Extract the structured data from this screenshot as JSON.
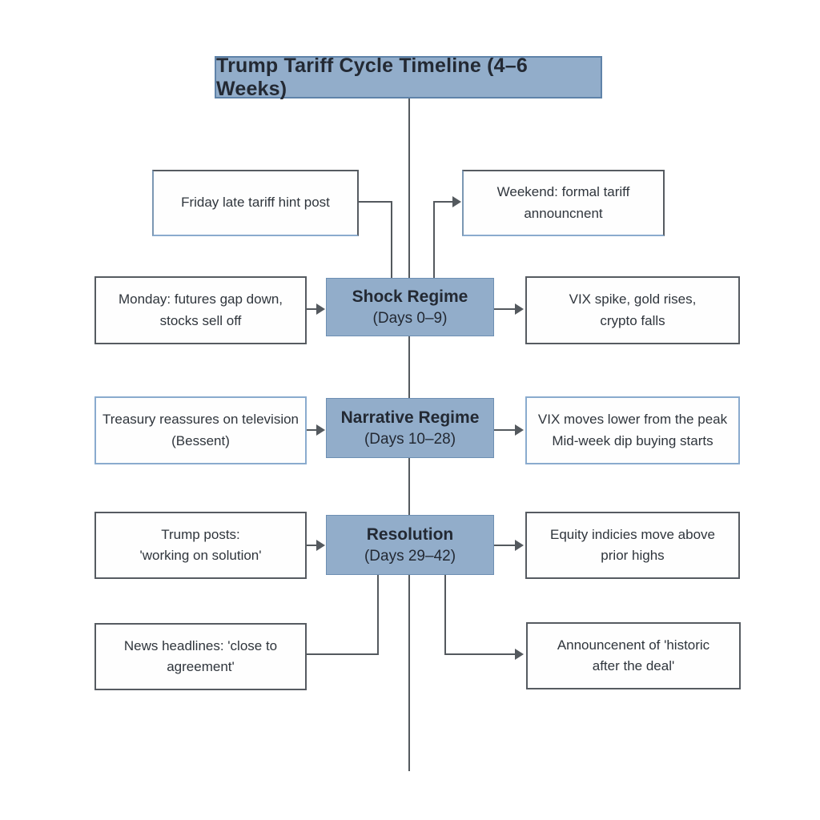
{
  "diagram": {
    "title": "Trump Tariff Cycle Timeline (4–6 Weeks)",
    "colors": {
      "stage_fill": "#92adca",
      "stage_border": "#6d8fb3",
      "title_border": "#5f83a9",
      "connector_line": "#54595e",
      "box_border_gray": "#565b61",
      "box_border_blue": "#8aabce",
      "box_fill": "#fefefe",
      "text": "#2f353c"
    },
    "top_row": {
      "left_box": "Friday late tariff hint post",
      "right_box": "Weekend: formal tariff\nannouncnent"
    },
    "stages": [
      {
        "name": "Shock Regime",
        "days": "(Days 0–9)",
        "left": "Monday: futures gap down,\nstocks sell off",
        "right": "VIX spike, gold rises,\ncrypto falls"
      },
      {
        "name": "Narrative Regime",
        "days": "(Days 10–28)",
        "left": "Treasury reassures on television\n(Bessent)",
        "right": "VIX moves lower from the peak\nMid-week dip buying starts"
      },
      {
        "name": "Resolution",
        "days": "(Days 29–42)",
        "left": "Trump posts:\n'working on solution'",
        "right": "Equity indicies move above\nprior highs"
      }
    ],
    "bottom_row": {
      "left_box": "News headlines: 'close to\nagreement'",
      "right_box": "Announcenent of 'historic\nafter the deal'"
    }
  }
}
